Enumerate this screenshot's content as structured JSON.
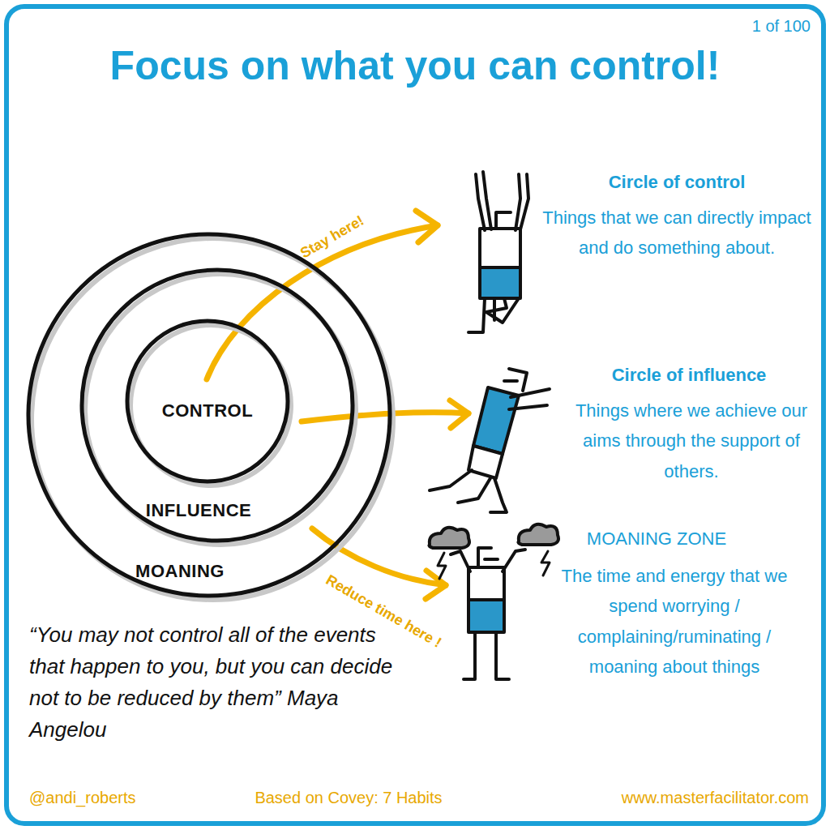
{
  "diagram": {
    "title": "Focus on what you can control!",
    "nodes": [
      {
        "text": [
          "MOANING"
        ]
      },
      {
        "text": [
          "INFLUENCE"
        ],
        "in": 0
      },
      {
        "text": [
          "CONTROL"
        ],
        "in": 1
      }
    ],
    "labels": [
      "1 of 100",
      "Stay here!",
      "Reduce time here !",
      "Circle of control",
      "Things that we can directly impact and do something about.",
      "Circle of influence",
      "Things where we achieve our aims through the support of others.",
      "MOANING ZONE",
      "The time and energy that we spend worrying / complaining/ruminating / moaning about things",
      "“You may not control all of the events that happen to you, but you can decide not to be reduced by them” Maya Angelou",
      "@andi_roberts",
      "Based on Covey: 7 Habits",
      "www.masterfacilitator.com"
    ]
  }
}
